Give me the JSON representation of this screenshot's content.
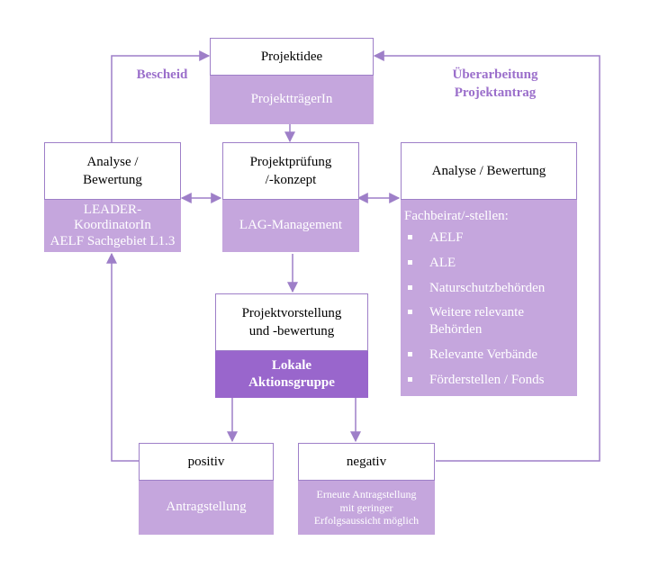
{
  "nodes": {
    "projektidee": "Projektidee",
    "projekttraeger": "ProjektträgerIn",
    "pruefung_line1": "Projektprüfung",
    "pruefung_line2": "/-konzept",
    "lag_management": "LAG-Management",
    "analyse_left_line1": "Analyse /",
    "analyse_left_line2": "Bewertung",
    "leader_line1": "LEADER-",
    "leader_line2": "KoordinatorIn",
    "leader_line3": "AELF Sachgebiet L1.3",
    "analyse_right": "Analyse / Bewertung",
    "fachbeirat_head": "Fachbeirat/-stellen:",
    "fachbeirat_items": [
      "AELF",
      "ALE",
      "Naturschutzbehörden",
      "Weitere relevante Behörden",
      "Relevante Verbände",
      "Förderstellen / Fonds"
    ],
    "vorstellung_line1": "Projektvorstellung",
    "vorstellung_line2": "und -bewertung",
    "lokale_line1": "Lokale",
    "lokale_line2": "Aktionsgruppe",
    "positiv": "positiv",
    "antragstellung": "Antragstellung",
    "negativ": "negativ",
    "erneute_line1": "Erneute Antragstellung",
    "erneute_line2": "mit geringer",
    "erneute_line3": "Erfolgsaussicht möglich"
  },
  "labels": {
    "bescheid": "Bescheid",
    "ueberarbeitung_line1": "Überarbeitung",
    "ueberarbeitung_line2": "Projektantrag"
  },
  "colors": {
    "accent": "#9e7fc8",
    "light_fill": "#c5a6dd",
    "dark_fill": "#9966cc",
    "label_text": "#9b6fcb"
  }
}
